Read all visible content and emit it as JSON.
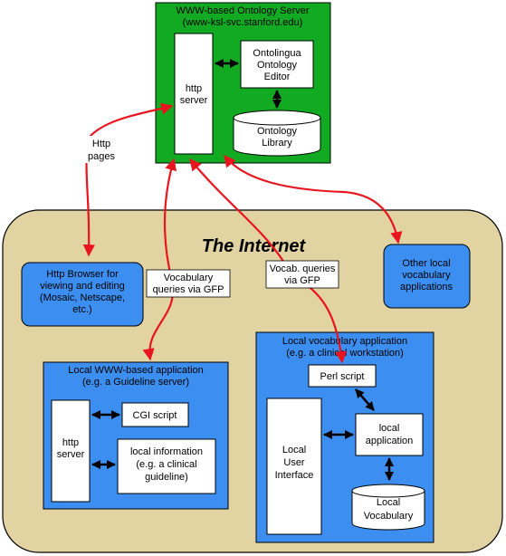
{
  "server": {
    "title_line1": "WWW-based Ontology Server",
    "title_line2": "(www-ksl-svc.stanford.edu)",
    "http_server_line1": "http",
    "http_server_line2": "server",
    "editor_line1": "Ontolingua",
    "editor_line2": "Ontology",
    "editor_line3": "Editor",
    "library_line1": "Ontology",
    "library_line2": "Library"
  },
  "internet": {
    "title": "The Internet"
  },
  "labels": {
    "http_pages_line1": "Http",
    "http_pages_line2": "pages",
    "vocab_gfp_line1": "Vocabulary",
    "vocab_gfp_line2": "queries via GFP",
    "vocab2_gfp_line1": "Vocab. queries",
    "vocab2_gfp_line2": "via GFP"
  },
  "browser": {
    "line1": "Http Browser for",
    "line2": "viewing and editing",
    "line3": "(Mosaic, Netscape,",
    "line4": "etc.)"
  },
  "other_apps": {
    "line1": "Other local",
    "line2": "vocabulary",
    "line3": "applications"
  },
  "local_www": {
    "title_line1": "Local WWW-based application",
    "title_line2": "(e.g. a Guideline server)",
    "http_server_line1": "http",
    "http_server_line2": "server",
    "cgi": "CGI script",
    "info_line1": "local information",
    "info_line2": "(e.g. a clinical",
    "info_line3": "guideline)"
  },
  "local_vocab": {
    "title_line1": "Local vocabulary application",
    "title_line2": "(e.g. a clinical workstation)",
    "perl": "Perl script",
    "ui_line1": "Local",
    "ui_line2": "User",
    "ui_line3": "Interface",
    "app_line1": "local",
    "app_line2": "application",
    "vocab_line1": "Local",
    "vocab_line2": "Vocabulary"
  },
  "colors": {
    "server_green": "#11aa22",
    "internet_tan": "#e2d3a3",
    "app_blue": "#3c8ef0",
    "arrow_red": "#e8141e"
  }
}
